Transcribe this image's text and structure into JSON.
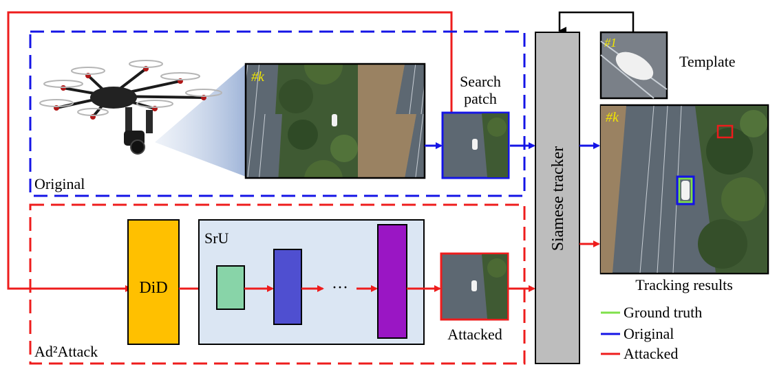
{
  "labels": {
    "original": "Original",
    "attack": "Ad²Attack",
    "search_line1": "Search",
    "search_line2": "patch",
    "did": "DiD",
    "sru": "SrU",
    "dots": "···",
    "attacked": "Attacked",
    "tracker": "Siamese tracker",
    "template": "Template",
    "tracking_results": "Tracking results",
    "frame_k": "#k",
    "frame_1": "#1"
  },
  "legend": [
    {
      "label": "Ground truth",
      "color": "#7fe04a"
    },
    {
      "label": "Original",
      "color": "#1414e6"
    },
    {
      "label": "Attacked",
      "color": "#ee1c1c"
    }
  ],
  "colors": {
    "red": "#ee1c1c",
    "blue": "#1414e6",
    "did": "#ffc000",
    "sru_bg": "#dbe6f3",
    "block1": "#88d4a8",
    "block2": "#4f4fd0",
    "block3": "#9a16c4",
    "tracker": "#bdbdbd"
  }
}
